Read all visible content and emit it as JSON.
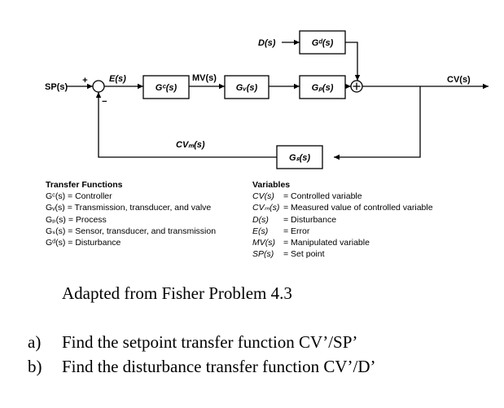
{
  "diagram": {
    "signals": {
      "sp": "SP(s)",
      "e": "E(s)",
      "mv": "MV(s)",
      "d": "D(s)",
      "cv": "CV(s)",
      "cvm": "CVₘ(s)",
      "plus_sign": "+",
      "minus_sign": "−"
    },
    "blocks": {
      "gc": "Gᶜ(s)",
      "gv": "Gᵥ(s)",
      "gp": "Gₚ(s)",
      "gd": "Gᵈ(s)",
      "gs": "Gₛ(s)"
    }
  },
  "legend": {
    "transfer_functions": {
      "title": "Transfer Functions",
      "items": [
        "Gᶜ(s) = Controller",
        "Gᵥ(s) = Transmission, transducer, and valve",
        "Gₚ(s) = Process",
        "Gₛ(s) = Sensor, transducer, and transmission",
        "Gᵈ(s) = Disturbance"
      ]
    },
    "variables": {
      "title": "Variables",
      "items": [
        {
          "symbol": "CV(s)",
          "desc": "= Controlled variable"
        },
        {
          "symbol": "CVₘ(s)",
          "desc": "= Measured value of controlled variable"
        },
        {
          "symbol": "D(s)",
          "desc": "= Disturbance"
        },
        {
          "symbol": "E(s)",
          "desc": "= Error"
        },
        {
          "symbol": "MV(s)",
          "desc": "= Manipulated variable"
        },
        {
          "symbol": "SP(s)",
          "desc": "= Set point"
        }
      ]
    }
  },
  "caption": "Adapted from Fisher Problem 4.3",
  "questions": [
    {
      "label": "a)",
      "text": "Find the setpoint transfer function CV’/SP’"
    },
    {
      "label": "b)",
      "text": "Find the disturbance transfer function CV’/D’"
    }
  ]
}
